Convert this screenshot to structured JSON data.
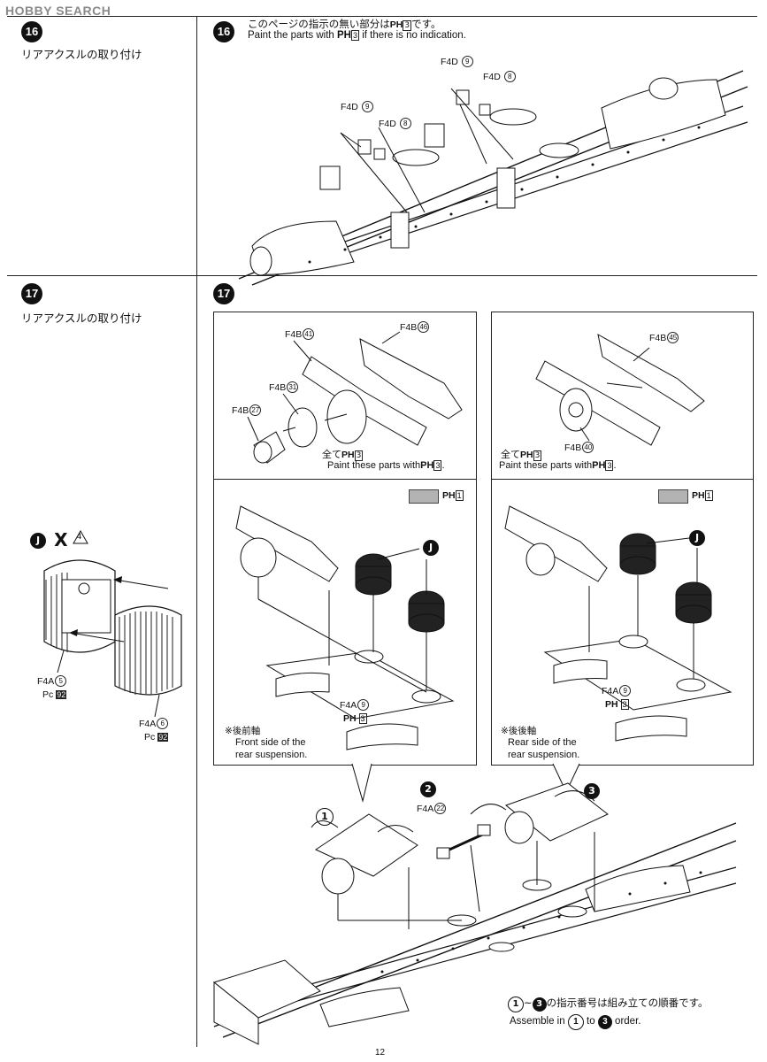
{
  "watermark": "HOBBY SEARCH",
  "page_number": "12",
  "left": {
    "step16": {
      "num": "16",
      "title": "リアアクスルの取り付け"
    },
    "step17": {
      "num": "17",
      "title": "リアアクスルの取り付け"
    },
    "j_detail": {
      "letter": "J",
      "times": "X",
      "count": "4",
      "part5": {
        "code": "F4A",
        "num": "5",
        "paint_code": "Pc",
        "paint_num": "92"
      },
      "part6": {
        "code": "F4A",
        "num": "6",
        "paint_code": "Pc",
        "paint_num": "92"
      }
    }
  },
  "step16": {
    "num": "16",
    "note_jp": "このページの指示の無い部分は",
    "note_jp_tail": "です。",
    "note_paint_code": "PH",
    "note_paint_num": "3",
    "note_en_pre": "Paint the parts with",
    "note_en_post": "if there is no indication.",
    "labels": [
      {
        "code": "F4D",
        "num": "9"
      },
      {
        "code": "F4D",
        "num": "8"
      },
      {
        "code": "F4D",
        "num": "9"
      },
      {
        "code": "F4D",
        "num": "8"
      }
    ]
  },
  "step17": {
    "num": "17",
    "top_left": {
      "labels": [
        {
          "code": "F4B",
          "num": "41"
        },
        {
          "code": "F4B",
          "num": "46"
        },
        {
          "code": "F4B",
          "num": "31"
        },
        {
          "code": "F4B",
          "num": "27"
        }
      ],
      "note_jp": "全て",
      "note_paint": "PH",
      "note_paint_num": "3",
      "note_en": "Paint these parts with"
    },
    "top_right": {
      "labels": [
        {
          "code": "F4B",
          "num": "45"
        },
        {
          "code": "F4B",
          "num": "40"
        }
      ],
      "note_jp": "全て",
      "note_paint": "PH",
      "note_paint_num": "3",
      "note_en": "Paint these parts with"
    },
    "mid_left": {
      "swatch_code": "PH",
      "swatch_num": "1",
      "letter": "J",
      "part": {
        "code": "F4A",
        "num": "9"
      },
      "paint_code": "PH",
      "paint_num": "3",
      "note_jp": "※後前軸",
      "note_en_1": "Front side of the",
      "note_en_2": "rear suspension."
    },
    "mid_right": {
      "swatch_code": "PH",
      "swatch_num": "1",
      "letter": "J",
      "part": {
        "code": "F4A",
        "num": "9"
      },
      "paint_code": "PH",
      "paint_num": "3",
      "note_jp": "※後後軸",
      "note_en_1": "Rear side of the",
      "note_en_2": "rear suspension."
    },
    "bottom": {
      "bubble1": "1",
      "bubble2": "2",
      "bubble3": "3",
      "part22": {
        "code": "F4A",
        "num": "22"
      },
      "order_jp": "の指示番号は組み立ての順番です。",
      "order_sep": "~",
      "order_en_pre": "Assemble in",
      "order_en_mid": "to",
      "order_en_post": "order."
    }
  }
}
